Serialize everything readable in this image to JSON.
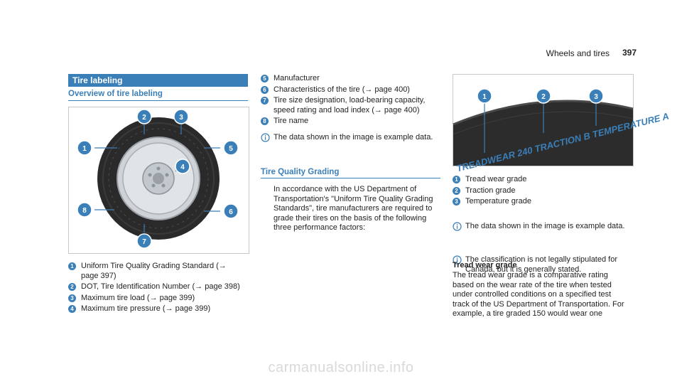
{
  "header": {
    "title": "Wheels and tires",
    "page": "397"
  },
  "col1": {
    "section_title": "Tire labeling",
    "subhead": "Overview of tire labeling",
    "items": [
      {
        "num": "1",
        "text": "Uniform Tire Quality Grading Standard (→ page 397)"
      },
      {
        "num": "2",
        "text": "DOT, Tire Identification Number (→ page 398)"
      },
      {
        "num": "3",
        "text": "Maximum tire load (→ page 399)"
      },
      {
        "num": "4",
        "text": "Maximum tire pressure (→ page 399)"
      }
    ],
    "callouts": [
      "1",
      "2",
      "3",
      "4",
      "5",
      "6",
      "7",
      "8"
    ]
  },
  "col2": {
    "items": [
      {
        "num": "5",
        "text": "Manufacturer"
      },
      {
        "num": "6",
        "text": "Characteristics of the tire (→ page 400)"
      },
      {
        "num": "7",
        "text": "Tire size designation, load-bearing capacity, speed rating and load index (→ page 400)"
      },
      {
        "num": "8",
        "text": "Tire name"
      }
    ],
    "note": "The data shown in the image is example data.",
    "subhead": "Tire Quality Grading",
    "paragraph": "In accordance with the US Department of Transportation's \"Uniform Tire Quality Grading Standards\", tire manufacturers are required to grade their tires on the basis of the following three performance factors:"
  },
  "col3": {
    "tread_text": "TREADWEAR 240 TRACTION B TEMPERATURE A",
    "callouts": [
      "1",
      "2",
      "3"
    ],
    "items": [
      {
        "num": "1",
        "text": "Tread wear grade"
      },
      {
        "num": "2",
        "text": "Traction grade"
      },
      {
        "num": "3",
        "text": "Temperature grade"
      }
    ],
    "notes": [
      "The data shown in the image is example data.",
      "The classification is not legally stipulated for Canada, but it is generally stated."
    ],
    "bold_head": "Tread wear grade",
    "paragraph": "The tread wear grade is a comparative rating based on the wear rate of the tire when tested under controlled conditions on a specified test track of the US Department of Transportation. For example, a tire graded 150 would wear one"
  },
  "watermark": "carmanualsonline.info",
  "colors": {
    "accent": "#3b7fb8",
    "tire": "#2b2b2b",
    "rim": "#d0d4d8"
  }
}
